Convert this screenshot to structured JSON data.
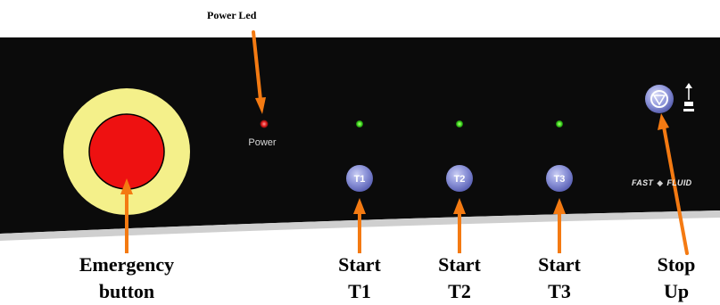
{
  "panel": {
    "power_caption": "Power",
    "brand_left": "FAST",
    "brand_right": "FLUID"
  },
  "buttons": {
    "t1": "T1",
    "t2": "T2",
    "t3": "T3"
  },
  "callouts": {
    "power_led": "Power Led",
    "emergency_line1": "Emergency",
    "emergency_line2": "button",
    "start_t1_line1": "Start",
    "start_t1_line2": "T1",
    "start_t2_line1": "Start",
    "start_t2_line2": "T2",
    "start_t3_line1": "Start",
    "start_t3_line2": "T3",
    "stop_line1": "Stop",
    "stop_line2": "Up"
  },
  "colors": {
    "panel": "#0b0b0b",
    "emergency_ring": "#f4f08a",
    "emergency_button": "#ee1111",
    "power_led": "#e21b1b",
    "status_led": "#3ddc1f",
    "t_button": "#8c93d8",
    "arrow": "#f47a12"
  }
}
